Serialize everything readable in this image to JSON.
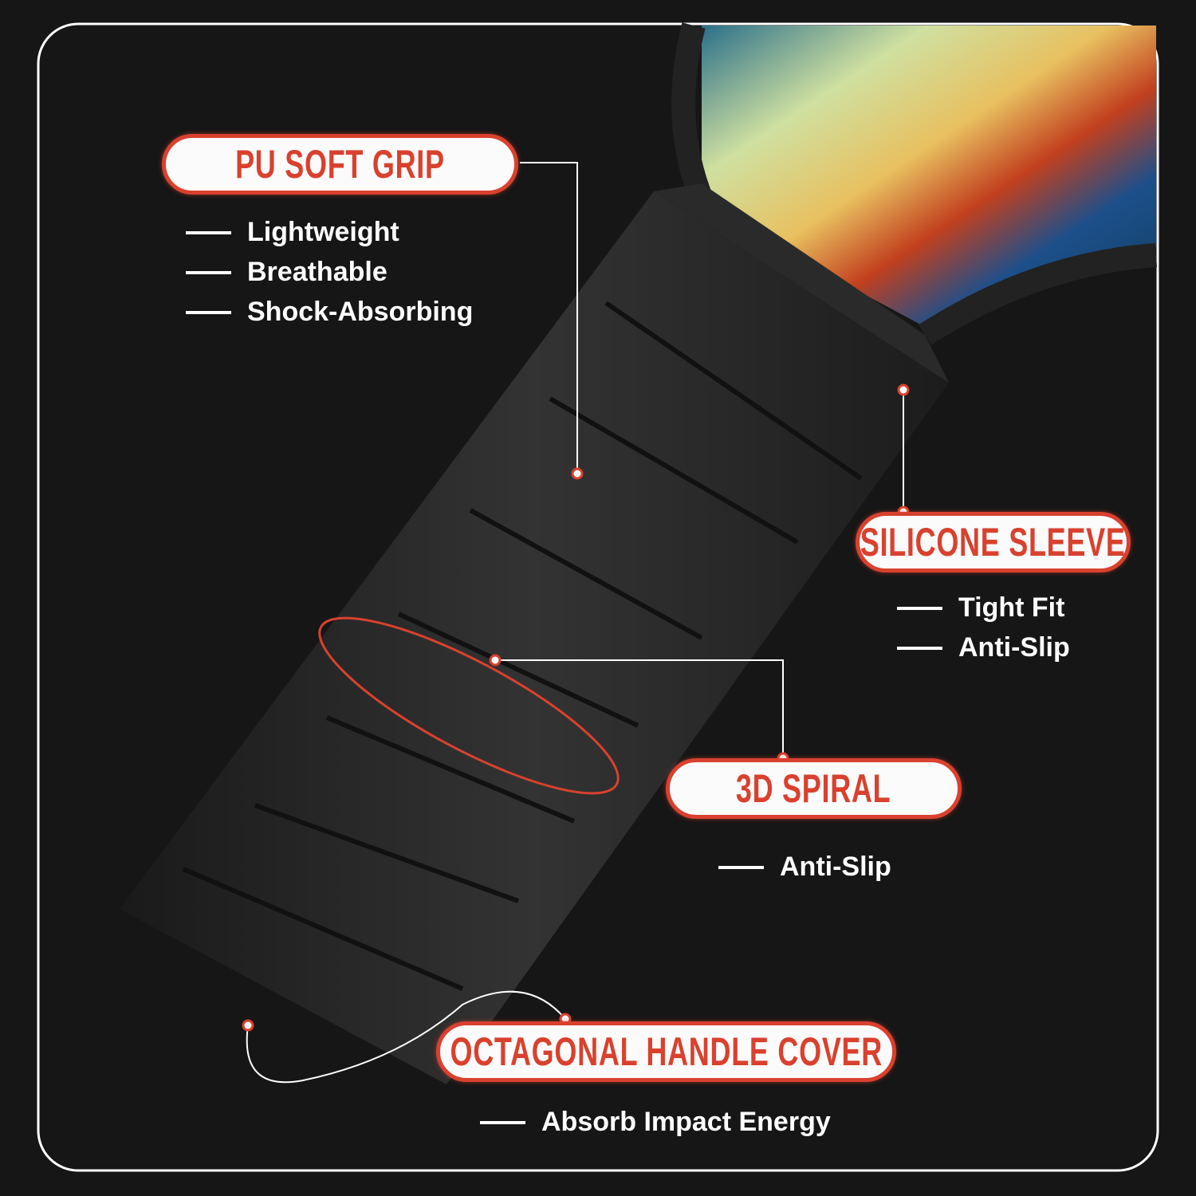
{
  "labels": {
    "pu_soft_grip": {
      "title": "PU SOFT GRIP",
      "features": [
        "Lightweight",
        "Breathable",
        "Shock-Absorbing"
      ]
    },
    "silicone_sleeve": {
      "title": "SILICONE SLEEVE",
      "features": [
        "Tight Fit",
        "Anti-Slip"
      ]
    },
    "spiral_3d": {
      "title": "3D SPIRAL",
      "features": [
        "Anti-Slip"
      ]
    },
    "octagonal_cover": {
      "title": "OCTAGONAL HANDLE COVER",
      "features": [
        "Absorb Impact Energy"
      ]
    }
  },
  "colors": {
    "accent": "#d9412e",
    "background": "#161616",
    "frame": "#ffffff"
  }
}
